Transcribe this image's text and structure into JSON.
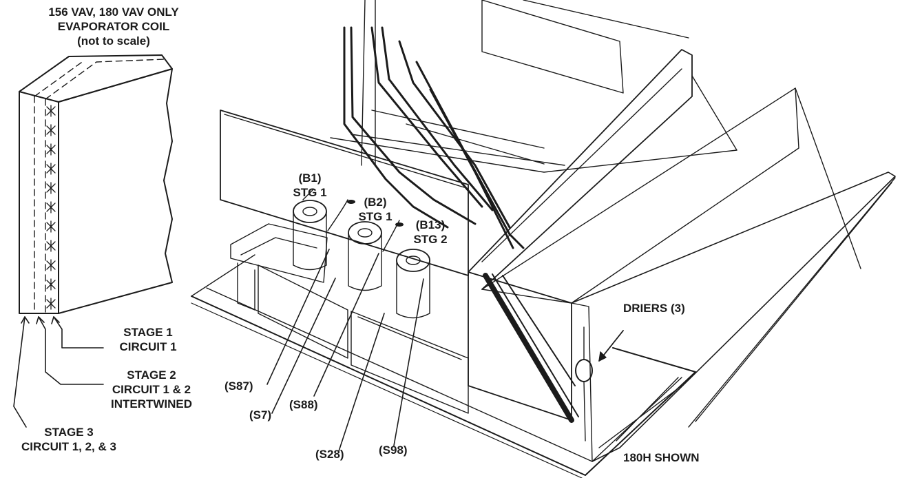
{
  "title": {
    "line1": "156 VAV, 180 VAV ONLY",
    "line2": "EVAPORATOR COIL",
    "line3": "(not to scale)"
  },
  "coil_labels": {
    "stage1": {
      "stage": "STAGE 1",
      "circuit": "CIRCUIT 1"
    },
    "stage2": {
      "stage": "STAGE 2",
      "circuit": "CIRCUIT 1 & 2",
      "note": "INTERTWINED"
    },
    "stage3": {
      "stage": "STAGE 3",
      "circuit": "CIRCUIT 1, 2, & 3"
    }
  },
  "compressors": [
    {
      "id": "(B1)",
      "stage": "STG 1"
    },
    {
      "id": "(B2)",
      "stage": "STG 1"
    },
    {
      "id": "(B13)",
      "stage": "STG 2"
    }
  ],
  "switches": [
    "(S87)",
    "(S7)",
    "(S88)",
    "(S28)",
    "(S98)"
  ],
  "driers": "DRIERS (3)",
  "model_note": "180H SHOWN"
}
